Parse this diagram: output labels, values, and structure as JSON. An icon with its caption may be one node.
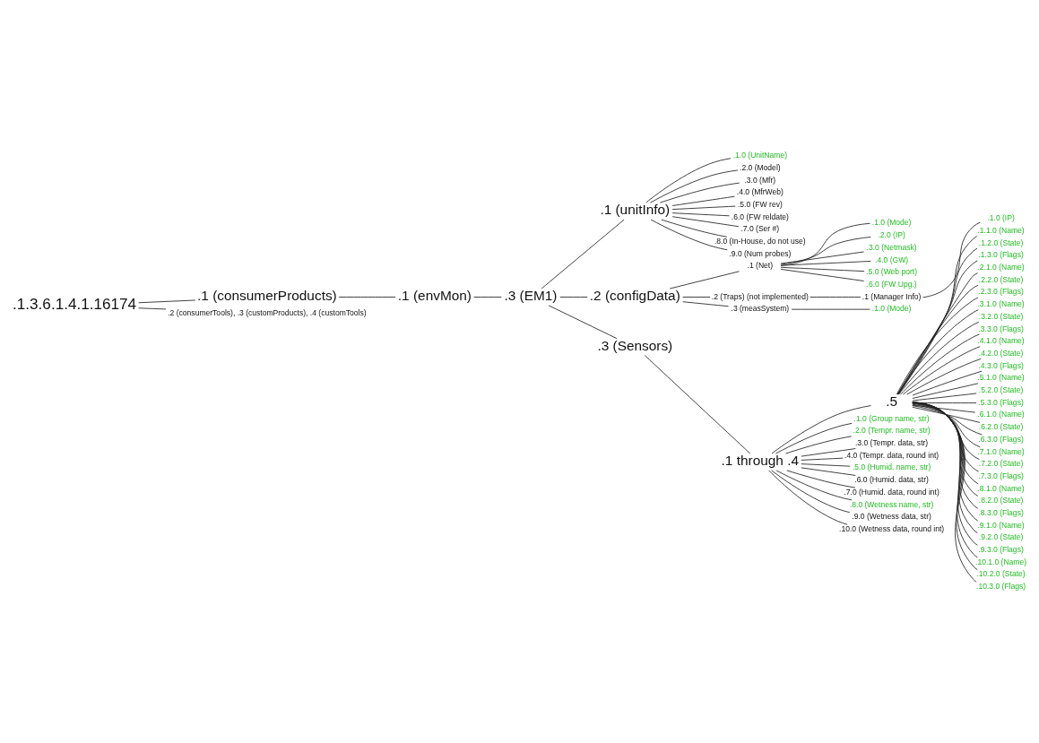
{
  "diagram": {
    "nodes": [
      {
        "text": [
          ".1.3.6.1.4.1.16174"
        ]
      },
      {
        "text": [
          ".1 (consumerProducts)"
        ]
      },
      {
        "text": [
          ".2 (consumerTools), .3 (customProducts), .4 (customTools)"
        ]
      },
      {
        "text": [
          ".1 (envMon)"
        ]
      },
      {
        "text": [
          ".3 (EM1)"
        ]
      },
      {
        "text": [
          ".1 (unitInfo)"
        ]
      },
      {
        "text": [
          ".2 (configData)"
        ]
      },
      {
        "text": [
          ".3 (Sensors)"
        ]
      },
      {
        "text": [
          ".5"
        ]
      },
      {
        "text": [
          ".1.0 (UnitName)"
        ]
      },
      {
        "text": [
          ".2.0 (Model)"
        ]
      },
      {
        "text": [
          ".3.0 (Mfr)"
        ]
      },
      {
        "text": [
          ".4.0 (MfrWeb)"
        ]
      },
      {
        "text": [
          ".5.0 (FW rev)"
        ]
      },
      {
        "text": [
          ".6.0 (FW reldate)"
        ]
      },
      {
        "text": [
          ".7.0 (Ser #)"
        ]
      },
      {
        "text": [
          ".8.0 (In-House, do not use)"
        ]
      },
      {
        "text": [
          ".9.0 (Num probes)"
        ]
      },
      {
        "text": [
          ".1 (Net)"
        ]
      },
      {
        "text": [
          ".1.0 (Mode)"
        ]
      },
      {
        "text": [
          ".2.0 (IP)"
        ]
      },
      {
        "text": [
          ".3.0 (Netmask)"
        ]
      },
      {
        "text": [
          ".4.0 (GW)"
        ]
      },
      {
        "text": [
          ".5.0 (Web port)"
        ]
      },
      {
        "text": [
          ".6.0 (FW Upg.)"
        ]
      },
      {
        "text": [
          ".3 (measSystem)"
        ]
      },
      {
        "text": [
          ".1.0 (Mode)"
        ]
      },
      {
        "text": [
          ".2 (Traps) (not implemented)"
        ]
      },
      {
        "text": [
          ".1 (Manager Info)"
        ]
      },
      {
        "text": [
          ".1.0 (IP)"
        ]
      },
      {
        "text": [
          ".1 through .4"
        ]
      },
      {
        "text": [
          ".1.0 (Group name, str)"
        ]
      },
      {
        "text": [
          ".2.0 (Tempr. name, str)"
        ]
      },
      {
        "text": [
          ".3.0 (Tempr. data, str)"
        ]
      },
      {
        "text": [
          ".4.0 (Tempr. data, round int)"
        ]
      },
      {
        "text": [
          ".5.0 (Humid. name, str)"
        ]
      },
      {
        "text": [
          ".6.0 (Humid. data, str)"
        ]
      },
      {
        "text": [
          ".7.0 (Humid. data, round int)"
        ]
      },
      {
        "text": [
          ".8.0 (Wetness name, str)"
        ]
      },
      {
        "text": [
          ".9.0 (Wetness data, str)"
        ]
      },
      {
        "text": [
          ".10.0 (Wetness data, round int)"
        ]
      },
      {
        "text": [
          ".1.1.0 (Name)"
        ]
      },
      {
        "text": [
          ".1.2.0 (State)"
        ]
      },
      {
        "text": [
          ".1.3.0 (Flags)"
        ]
      },
      {
        "text": [
          ".2.1.0 (Name)"
        ]
      },
      {
        "text": [
          ".2.2.0 (State)"
        ]
      },
      {
        "text": [
          ".2.3.0 (Flags)"
        ]
      },
      {
        "text": [
          ".3.1.0 (Name)"
        ]
      },
      {
        "text": [
          ".3.2.0 (State)"
        ]
      },
      {
        "text": [
          ".3.3.0 (Flags)"
        ]
      },
      {
        "text": [
          ".4.1.0 (Name)"
        ]
      },
      {
        "text": [
          ".4.2.0 (State)"
        ]
      },
      {
        "text": [
          ".4.3.0 (Flags)"
        ]
      },
      {
        "text": [
          ".5.1.0 (Name)"
        ]
      },
      {
        "text": [
          ".5.2.0 (State)"
        ]
      },
      {
        "text": [
          ".5.3.0 (Flags)"
        ]
      },
      {
        "text": [
          ".6.1.0 (Name)"
        ]
      },
      {
        "text": [
          ".6.2.0 (State)"
        ]
      },
      {
        "text": [
          ".6.3.0 (Flags)"
        ]
      },
      {
        "text": [
          ".7.1.0 (Name)"
        ]
      },
      {
        "text": [
          ".7.2.0 (State)"
        ]
      },
      {
        "text": [
          ".7.3.0 (Flags)"
        ]
      },
      {
        "text": [
          ".8.1.0 (Name)"
        ]
      },
      {
        "text": [
          ".8.2.0 (State)"
        ]
      },
      {
        "text": [
          ".8.3.0 (Flags)"
        ]
      },
      {
        "text": [
          ".9.1.0 (Name)"
        ]
      },
      {
        "text": [
          ".9.2.0 (State)"
        ]
      },
      {
        "text": [
          ".9.3.0 (Flags)"
        ]
      },
      {
        "text": [
          ".10.1.0 (Name)"
        ]
      },
      {
        "text": [
          ".10.2.0 (State)"
        ]
      },
      {
        "text": [
          ".10.3.0 (Flags)"
        ]
      }
    ],
    "edges": [
      {
        "from": 0,
        "to": 1,
        "arrow": "none"
      },
      {
        "from": 0,
        "to": 2,
        "arrow": "none"
      },
      {
        "from": 1,
        "to": 3,
        "arrow": "none"
      },
      {
        "from": 3,
        "to": 4,
        "arrow": "none"
      },
      {
        "from": 4,
        "to": 5,
        "arrow": "none"
      },
      {
        "from": 4,
        "to": 6,
        "arrow": "none"
      },
      {
        "from": 4,
        "to": 7,
        "arrow": "none"
      },
      {
        "from": 7,
        "to": 30,
        "arrow": "none"
      },
      {
        "from": 30,
        "to": 8,
        "arrow": "none"
      },
      {
        "from": 5,
        "to": 9,
        "arrow": "none"
      },
      {
        "from": 5,
        "to": 10,
        "arrow": "none"
      },
      {
        "from": 5,
        "to": 11,
        "arrow": "none"
      },
      {
        "from": 5,
        "to": 12,
        "arrow": "none"
      },
      {
        "from": 5,
        "to": 13,
        "arrow": "none"
      },
      {
        "from": 5,
        "to": 14,
        "arrow": "none"
      },
      {
        "from": 5,
        "to": 15,
        "arrow": "none"
      },
      {
        "from": 5,
        "to": 16,
        "arrow": "none"
      },
      {
        "from": 5,
        "to": 17,
        "arrow": "none"
      },
      {
        "from": 6,
        "to": 18,
        "arrow": "none"
      },
      {
        "from": 6,
        "to": 27,
        "arrow": "none"
      },
      {
        "from": 6,
        "to": 25,
        "arrow": "none"
      },
      {
        "from": 18,
        "to": 19,
        "arrow": "none"
      },
      {
        "from": 18,
        "to": 20,
        "arrow": "none"
      },
      {
        "from": 18,
        "to": 21,
        "arrow": "none"
      },
      {
        "from": 18,
        "to": 22,
        "arrow": "none"
      },
      {
        "from": 18,
        "to": 23,
        "arrow": "none"
      },
      {
        "from": 18,
        "to": 24,
        "arrow": "none"
      },
      {
        "from": 25,
        "to": 26,
        "arrow": "none"
      },
      {
        "from": 27,
        "to": 28,
        "arrow": "none"
      },
      {
        "from": 28,
        "to": 29,
        "arrow": "none"
      },
      {
        "from": 30,
        "to": 31,
        "arrow": "none"
      },
      {
        "from": 30,
        "to": 32,
        "arrow": "none"
      },
      {
        "from": 30,
        "to": 33,
        "arrow": "none"
      },
      {
        "from": 30,
        "to": 34,
        "arrow": "none"
      },
      {
        "from": 30,
        "to": 35,
        "arrow": "none"
      },
      {
        "from": 30,
        "to": 36,
        "arrow": "none"
      },
      {
        "from": 30,
        "to": 37,
        "arrow": "none"
      },
      {
        "from": 30,
        "to": 38,
        "arrow": "none"
      },
      {
        "from": 30,
        "to": 39,
        "arrow": "none"
      },
      {
        "from": 30,
        "to": 40,
        "arrow": "none"
      },
      {
        "from": 8,
        "to": 41,
        "arrow": "none"
      },
      {
        "from": 8,
        "to": 42,
        "arrow": "none"
      },
      {
        "from": 8,
        "to": 43,
        "arrow": "none"
      },
      {
        "from": 8,
        "to": 44,
        "arrow": "none"
      },
      {
        "from": 8,
        "to": 45,
        "arrow": "none"
      },
      {
        "from": 8,
        "to": 46,
        "arrow": "none"
      },
      {
        "from": 8,
        "to": 47,
        "arrow": "none"
      },
      {
        "from": 8,
        "to": 48,
        "arrow": "none"
      },
      {
        "from": 8,
        "to": 49,
        "arrow": "none"
      },
      {
        "from": 8,
        "to": 50,
        "arrow": "none"
      },
      {
        "from": 8,
        "to": 51,
        "arrow": "none"
      },
      {
        "from": 8,
        "to": 52,
        "arrow": "none"
      },
      {
        "from": 8,
        "to": 53,
        "arrow": "none"
      },
      {
        "from": 8,
        "to": 54,
        "arrow": "none"
      },
      {
        "from": 8,
        "to": 55,
        "arrow": "none"
      },
      {
        "from": 8,
        "to": 56,
        "arrow": "none"
      },
      {
        "from": 8,
        "to": 57,
        "arrow": "none"
      },
      {
        "from": 8,
        "to": 58,
        "arrow": "none"
      },
      {
        "from": 8,
        "to": 59,
        "arrow": "none"
      },
      {
        "from": 8,
        "to": 60,
        "arrow": "none"
      },
      {
        "from": 8,
        "to": 61,
        "arrow": "none"
      },
      {
        "from": 8,
        "to": 62,
        "arrow": "none"
      },
      {
        "from": 8,
        "to": 63,
        "arrow": "none"
      },
      {
        "from": 8,
        "to": 64,
        "arrow": "none"
      },
      {
        "from": 8,
        "to": 65,
        "arrow": "none"
      },
      {
        "from": 8,
        "to": 66,
        "arrow": "none"
      },
      {
        "from": 8,
        "to": 67,
        "arrow": "none"
      },
      {
        "from": 8,
        "to": 68,
        "arrow": "none"
      },
      {
        "from": 8,
        "to": 69,
        "arrow": "none"
      },
      {
        "from": 8,
        "to": 70,
        "arrow": "none"
      }
    ]
  }
}
